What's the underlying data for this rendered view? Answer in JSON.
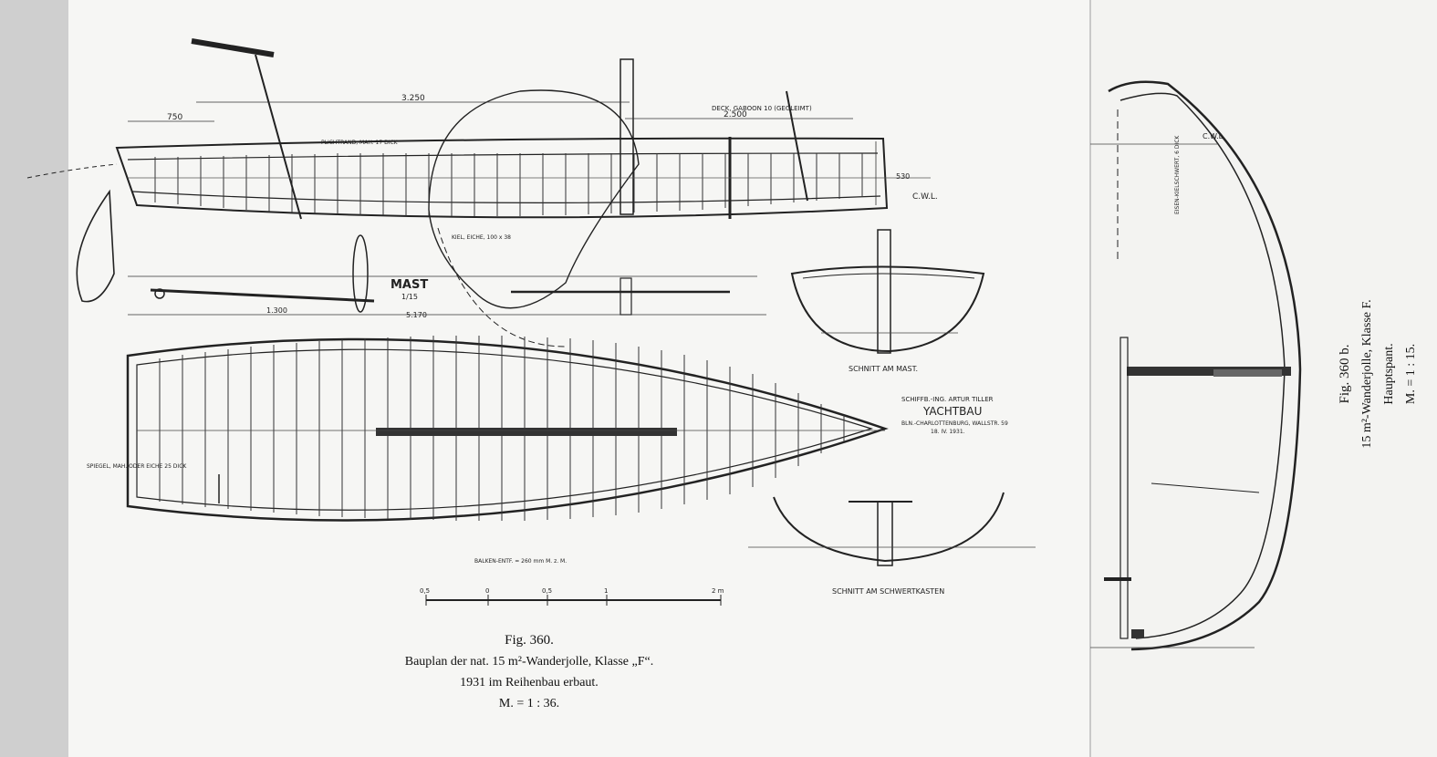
{
  "caption": {
    "fig": "Fig. 360.",
    "line1": "Bauplan der nat. 15 m²-Wanderjolle, Klasse „F“.",
    "line2": "1931 im Reihenbau erbaut.",
    "line3": "M. = 1 : 36."
  },
  "side_caption": {
    "fig": "Fig. 360 b.",
    "line1": "15 m²-Wanderjolle, Klasse F.",
    "line2": "Hauptspant.",
    "line3": "M. = 1 : 15."
  },
  "labels": {
    "mast": "MAST",
    "mast_scale": "1/15",
    "schnitt_mast": "SCHNITT AM MAST.",
    "schnitt_schwert": "SCHNITT AM SCHWERTKASTEN",
    "designer1": "SCHIFFB.-ING. ARTUR TILLER",
    "designer2": "YACHTBAU",
    "designer3": "BLN.-CHARLOTTENBURG, WALLSTR. 59",
    "designer4": "18. IV. 1931.",
    "deck": "DECK, GABOON 10 (GEGLEIMT)",
    "cwl": "C.W.L.",
    "cwl2": "C.W.L.",
    "dim_3250": "3.250",
    "dim_2500": "2.500",
    "dim_750": "750",
    "dim_1300": "1.300",
    "dim_5170": "5.170",
    "dim_530": "530",
    "scale_left": "0,5",
    "scale_0": "0",
    "scale_05": "0,5",
    "scale_1": "1",
    "scale_2m": "2 m",
    "kiel": "KIEL, EICHE, 100 x 38",
    "balken": "BALKEN-ENTF. = 260 mm M. z. M.",
    "spiegel": "SPIEGEL, MAH. ODER EICHE 25 DICK",
    "eisenkiel": "EISEN-KIELSCHWERT, 6 DICK",
    "plichtrand": "PLICHTRAND, MAH. 17 DICK"
  },
  "colors": {
    "paper": "#f7f7f5",
    "ink": "#1a1a1a",
    "margin": "#d9d9d9"
  }
}
